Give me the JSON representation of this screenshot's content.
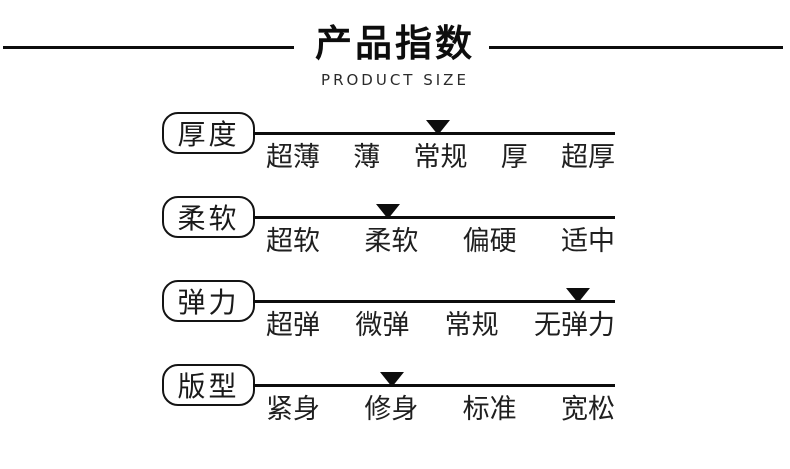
{
  "page": {
    "background_color": "#ffffff",
    "text_color": "#111111",
    "accent_color": "#0d0d0d"
  },
  "header": {
    "title": "产品指数",
    "subtitle": "PRODUCT SIZE"
  },
  "chart_data": {
    "type": "table",
    "title": "产品指数",
    "subtitle": "PRODUCT SIZE",
    "description": "Product attribute scales, each with a solid downward triangle marker indicating the selected level on a horizontal line.",
    "rows": [
      {
        "label": "厚度",
        "options": [
          "超薄",
          "薄",
          "常规",
          "厚",
          "超厚"
        ],
        "selected": "常规",
        "selected_index": 2,
        "marker_percent": 51.1
      },
      {
        "label": "柔软",
        "options": [
          "超软",
          "柔软",
          "偏硬",
          "适中"
        ],
        "selected": "柔软",
        "selected_index": 1,
        "marker_percent": 37.3
      },
      {
        "label": "弹力",
        "options": [
          "超弹",
          "微弹",
          "常规",
          "无弹力"
        ],
        "selected": "无弹力",
        "selected_index": 3,
        "marker_percent": 89.8
      },
      {
        "label": "版型",
        "options": [
          "紧身",
          "修身",
          "标准",
          "宽松"
        ],
        "selected": "修身",
        "selected_index": 1,
        "marker_percent": 38.4
      }
    ]
  }
}
